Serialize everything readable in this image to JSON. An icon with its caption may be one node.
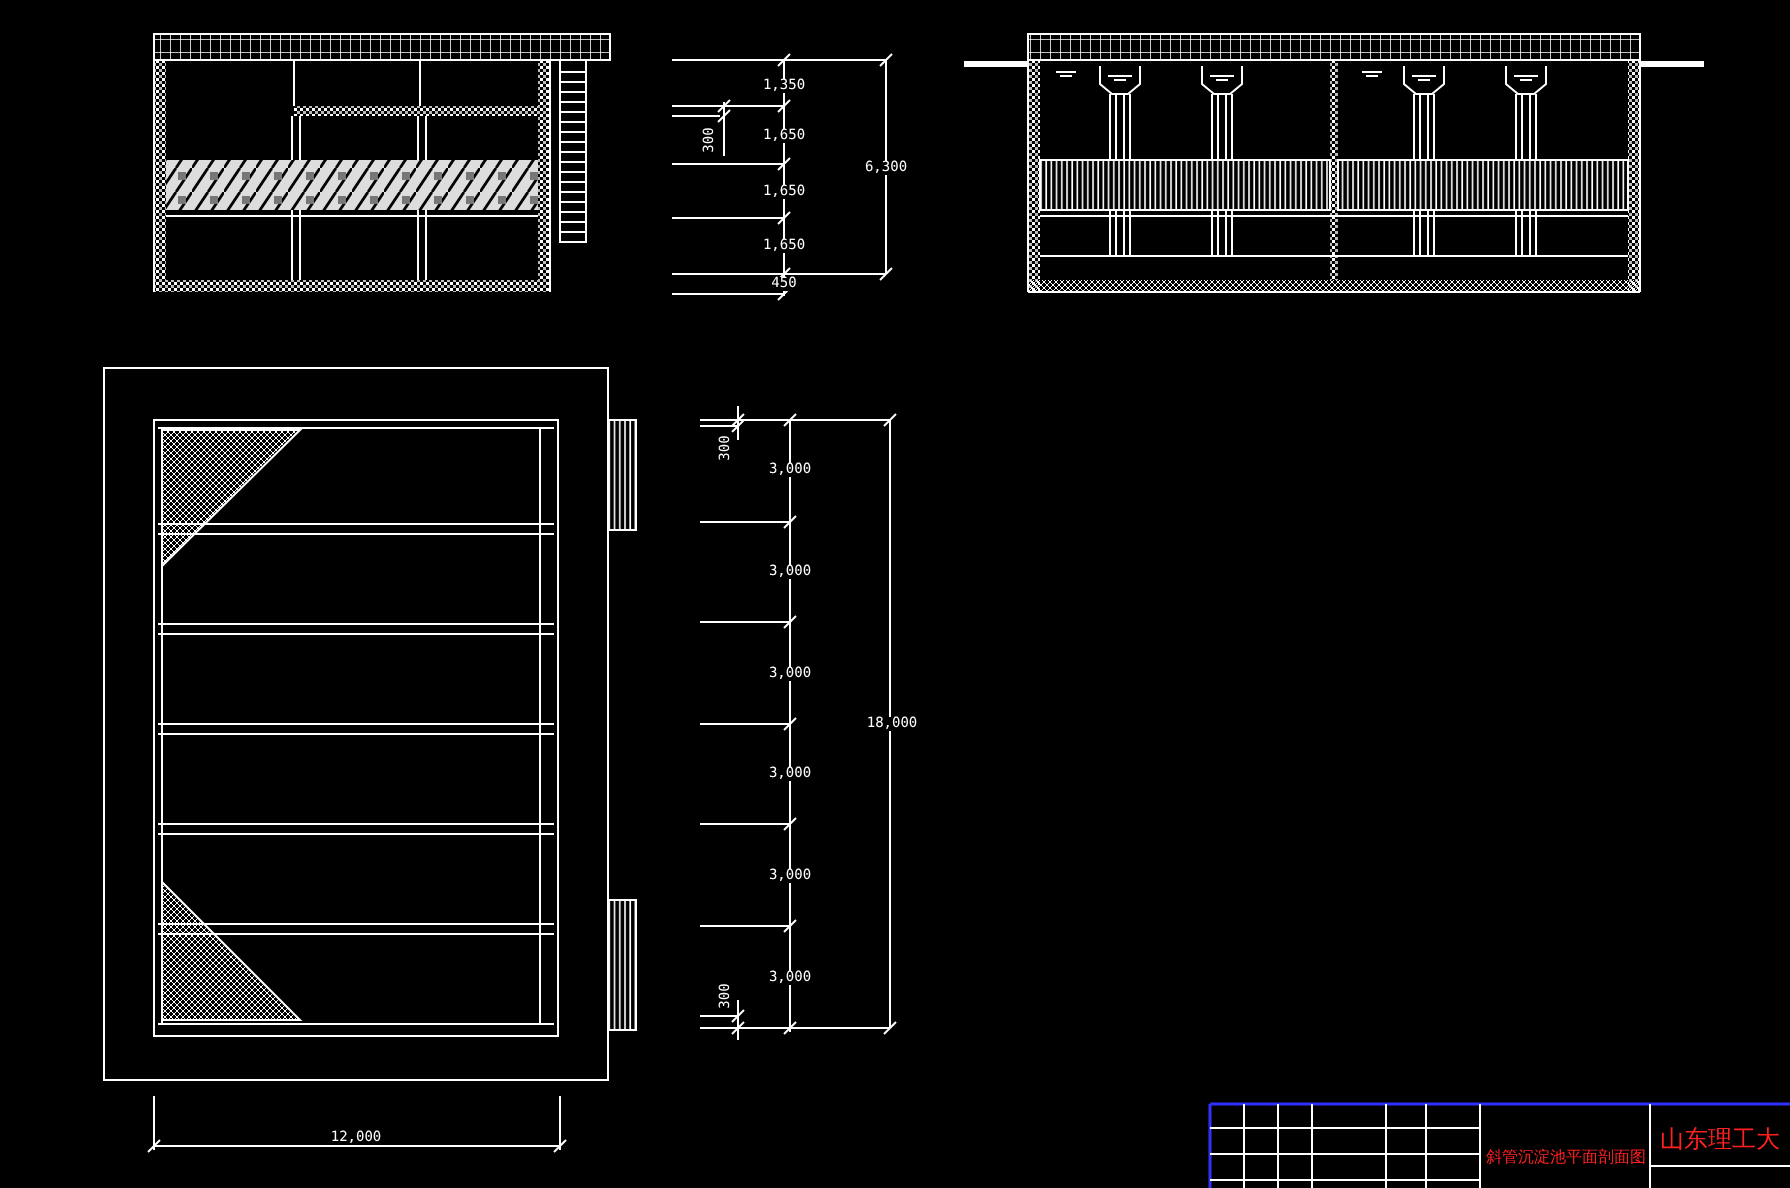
{
  "diagram": {
    "title": "斜管沉淀池平面剖面图",
    "labels": [
      "1,350",
      "300",
      "1,650",
      "1,650",
      "1,650",
      "450",
      "6,300",
      "300",
      "3,000",
      "3,000",
      "3,000",
      "3,000",
      "3,000",
      "3,000",
      "18,000",
      "300",
      "12,000",
      "山东理工大"
    ]
  }
}
